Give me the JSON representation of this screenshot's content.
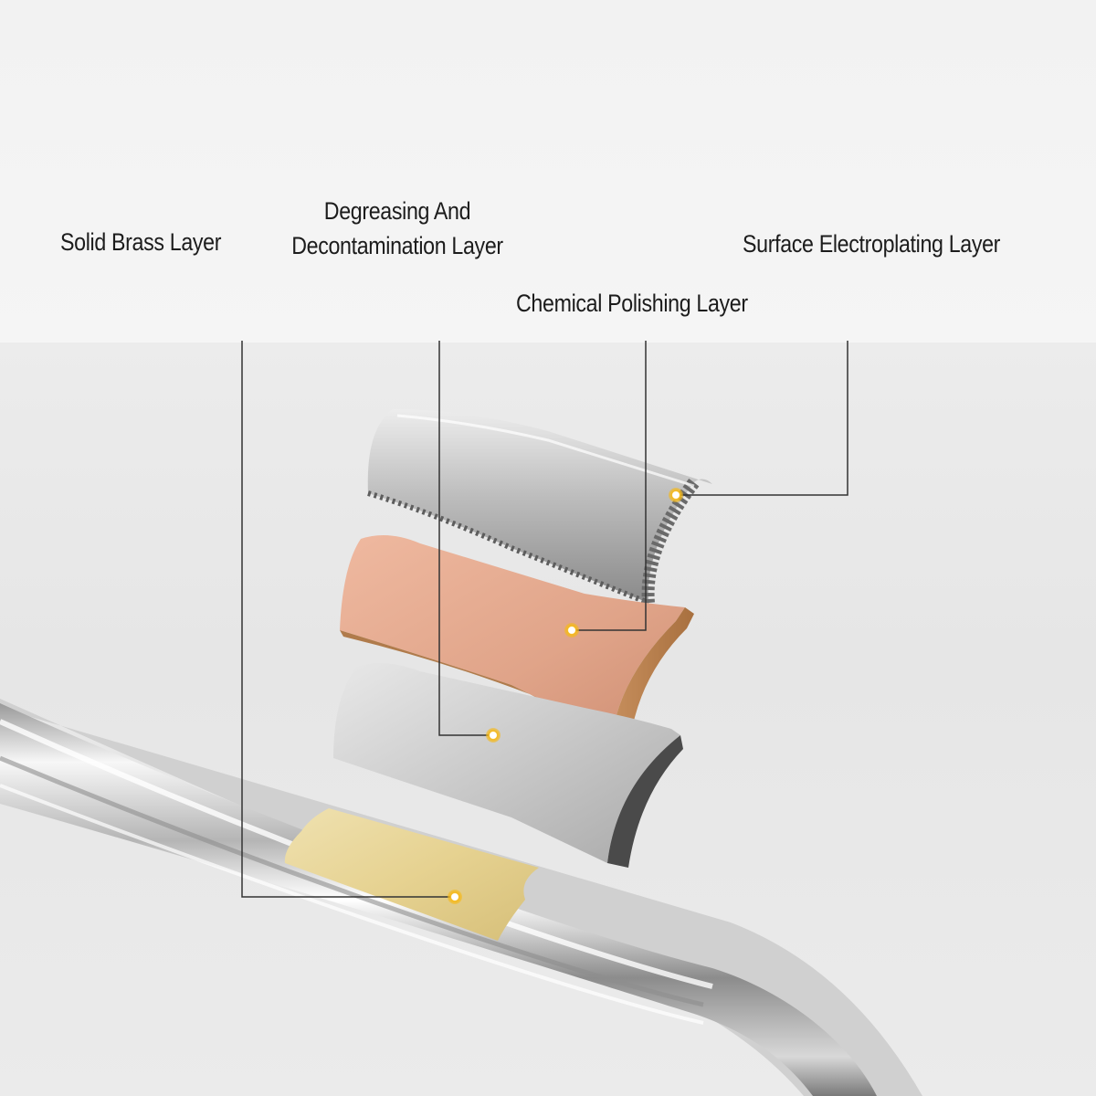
{
  "labels": {
    "solid_brass": "Solid Brass Layer",
    "degreasing_line1": "Degreasing And",
    "degreasing_line2": "Decontamination Layer",
    "electroplating": "Surface Electroplating Layer",
    "polishing": "Chemical Polishing Layer"
  },
  "colors": {
    "leader_line": "#333333",
    "marker_dot": "#f5b91a",
    "copper_layer": "#e2a98c",
    "brass_core": "#e9d79a",
    "chrome": "#c8c8c8"
  }
}
